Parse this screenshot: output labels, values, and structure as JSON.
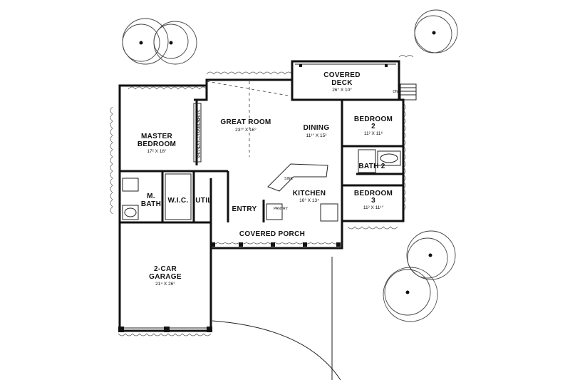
{
  "rooms": {
    "covered_deck": {
      "name_line1": "COVERED",
      "name_line2": "DECK",
      "dims": "26° X 10°"
    },
    "great_room": {
      "name": "GREAT ROOM",
      "dims": "23¹° X 16°"
    },
    "dining": {
      "name": "DINING",
      "dims": "11¹° X 15²"
    },
    "bedroom2": {
      "name_line1": "BEDROOM",
      "name_line2": "2",
      "dims": "11² X 11⁶"
    },
    "bath2": {
      "name": "BATH 2"
    },
    "master_bedroom": {
      "name_line1": "MASTER",
      "name_line2": "BEDROOM",
      "dims": "17² X 18°"
    },
    "m_bath": {
      "name_line1": "M.",
      "name_line2": "BATH"
    },
    "wic": {
      "name": "W.I.C."
    },
    "util": {
      "name": "UTIL"
    },
    "entry": {
      "name": "ENTRY"
    },
    "pantry": {
      "name": "PANTRY"
    },
    "kitchen": {
      "name": "KITCHEN",
      "dims": "16° X 13⁴"
    },
    "bedroom3": {
      "name_line1": "BEDROOM",
      "name_line2": "3",
      "dims": "11² X 11¹°"
    },
    "covered_porch": {
      "name": "COVERED PORCH"
    },
    "garage": {
      "name_line1": "2-CAR",
      "name_line2": "GARAGE",
      "dims": "21⁴ X 26°"
    }
  },
  "annotations": {
    "shelves_upper": "SHLVS",
    "entertainment": "ENTERTAINMENT",
    "shelves_lower": "SHLVS",
    "down": "DN",
    "sink": "SINK"
  }
}
